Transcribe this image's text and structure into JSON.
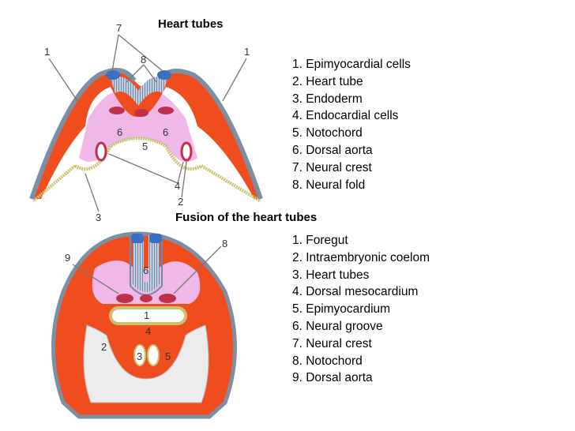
{
  "section1": {
    "title": "Heart tubes",
    "legend": [
      "1. Epimyocardial cells",
      "2. Heart tube",
      "3. Endoderm",
      "4. Endocardial cells",
      "5. Notochord",
      "6. Dorsal aorta",
      "7. Neural crest",
      "8. Neural fold"
    ],
    "callouts": {
      "n1": "1",
      "n2": "2",
      "n3": "3",
      "n4": "4",
      "n5": "5",
      "n6": "6",
      "n7": "7",
      "n8": "8"
    }
  },
  "section2": {
    "title": "Fusion of the heart tubes",
    "legend": [
      "1. Foregut",
      "2. Intraembryonic coelom",
      "3. Heart tubes",
      "4. Dorsal mesocardium",
      "5. Epimyocardium",
      "6. Neural groove",
      "7. Neural crest",
      "8. Notochord",
      "9. Dorsal aorta"
    ],
    "callouts": {
      "n1": "1",
      "n2": "2",
      "n3": "3",
      "n4": "4",
      "n5": "5",
      "n6": "6",
      "n8": "8",
      "n9": "9"
    }
  },
  "colors": {
    "mesoderm": "#f04d1f",
    "ectoderm": "#7f8fa3",
    "neural": "#b9c6d6",
    "neural_crest": "#3a6fc4",
    "mesenchyme": "#f0b8e8",
    "endoderm": "#e8e6a0",
    "aorta": "#c0304a",
    "coelom": "#ececec"
  }
}
